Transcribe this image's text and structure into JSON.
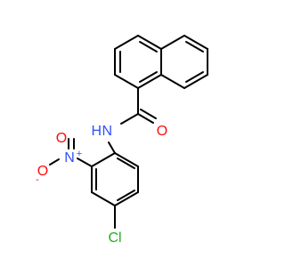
{
  "molecule": {
    "atoms": {
      "amide_n": "N",
      "amide_h": "H",
      "carbonyl_o": "O",
      "nitro_n": "N",
      "nitro_n_charge": "+",
      "nitro_o_left": "O",
      "nitro_o_left_charge": "-",
      "nitro_o_top": "O",
      "chlorine": "Cl"
    },
    "colors": {
      "bond": "#000000",
      "nitrogen": "#3050F8",
      "oxygen": "#FF0D0D",
      "chlorine": "#1FAF1F"
    }
  }
}
